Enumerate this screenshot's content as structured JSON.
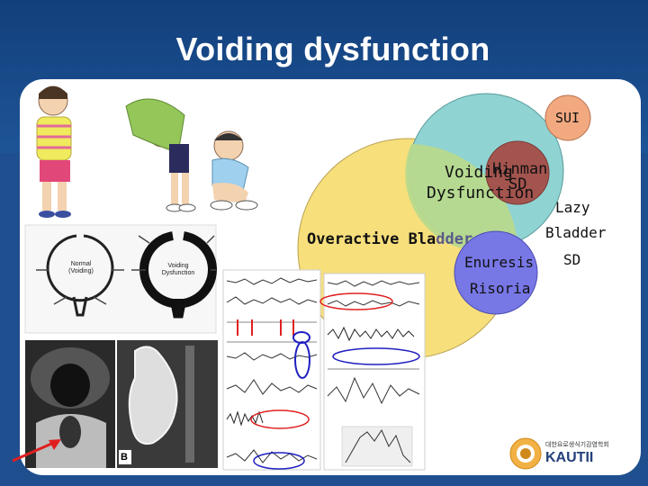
{
  "slide": {
    "title": "Voiding dysfunction"
  },
  "venn": {
    "sui": "SUI",
    "voiding_1": "Voiding",
    "voiding_2": "Dysfunction",
    "hinman": "Hinman",
    "sd": "SD",
    "overactive_1": "Overactive Bla",
    "overactive_2": "dder",
    "enuresis": "Enuresis",
    "risoria": "Risoria",
    "lazy_1": "Lazy",
    "lazy_2": "Bladder",
    "lazy_3": "SD"
  },
  "diagrams": {
    "normal_1": "Normal",
    "normal_2": "(Voiding)",
    "voiding_1": "Voiding",
    "voiding_2": "Dysfunction"
  },
  "images": {
    "xray_label": "B"
  },
  "logo": {
    "korean_name": "대한요로생식기감염학회",
    "abbr": "KAUTII"
  },
  "colors": {
    "background": "#1f4f8e",
    "venn_yellow": "#f7df7c",
    "venn_teal": "#8fd3d3",
    "venn_green": "#b7d98d",
    "venn_brown": "#a4544e",
    "venn_purple": "#7777e6",
    "sui_orange": "#f2a980",
    "arrow_red": "#e02020"
  }
}
